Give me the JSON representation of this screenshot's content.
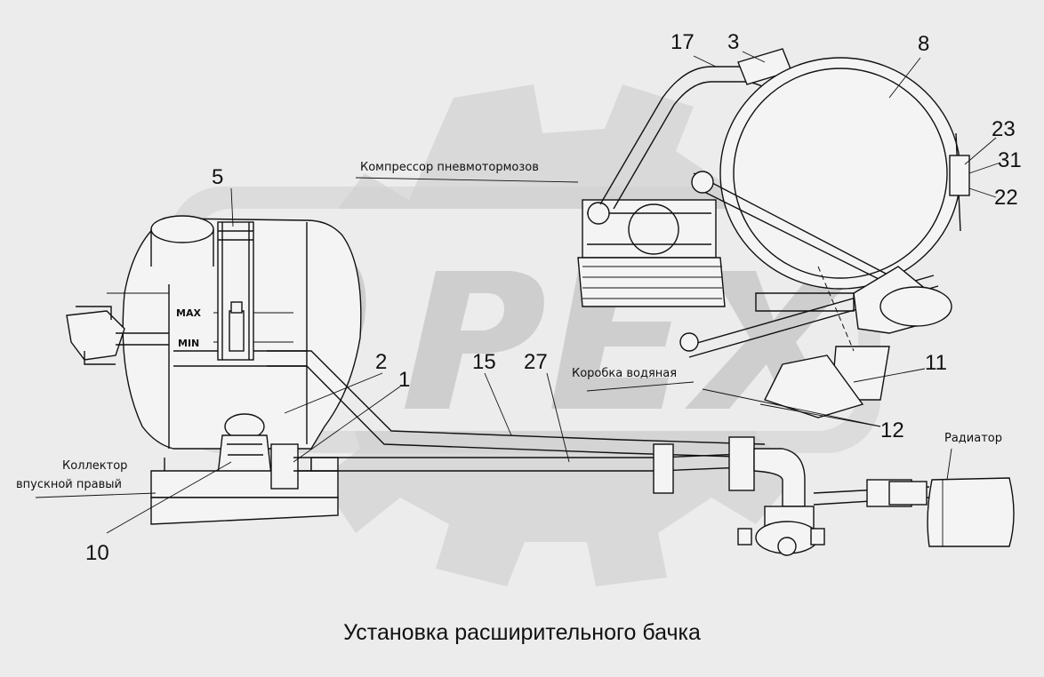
{
  "caption": "Установка расширительного бачка",
  "labels": {
    "compressor": "Компрессор пневмотормозов",
    "water_box": "Коробка водяная",
    "collector_line1": "Коллектор",
    "collector_line2": "впускной правый",
    "radiator": "Радиатор"
  },
  "tank_marks": {
    "max": "MAX",
    "min": "MIN"
  },
  "callouts": {
    "n1": "1",
    "n2": "2",
    "n3": "3",
    "n5": "5",
    "n8": "8",
    "n10": "10",
    "n11": "11",
    "n12": "12",
    "n15": "15",
    "n17": "17",
    "n22": "22",
    "n23": "23",
    "n27": "27",
    "n31": "31"
  },
  "watermark": {
    "brand": "ОРЕХ",
    "color": "#d6d6d6"
  }
}
